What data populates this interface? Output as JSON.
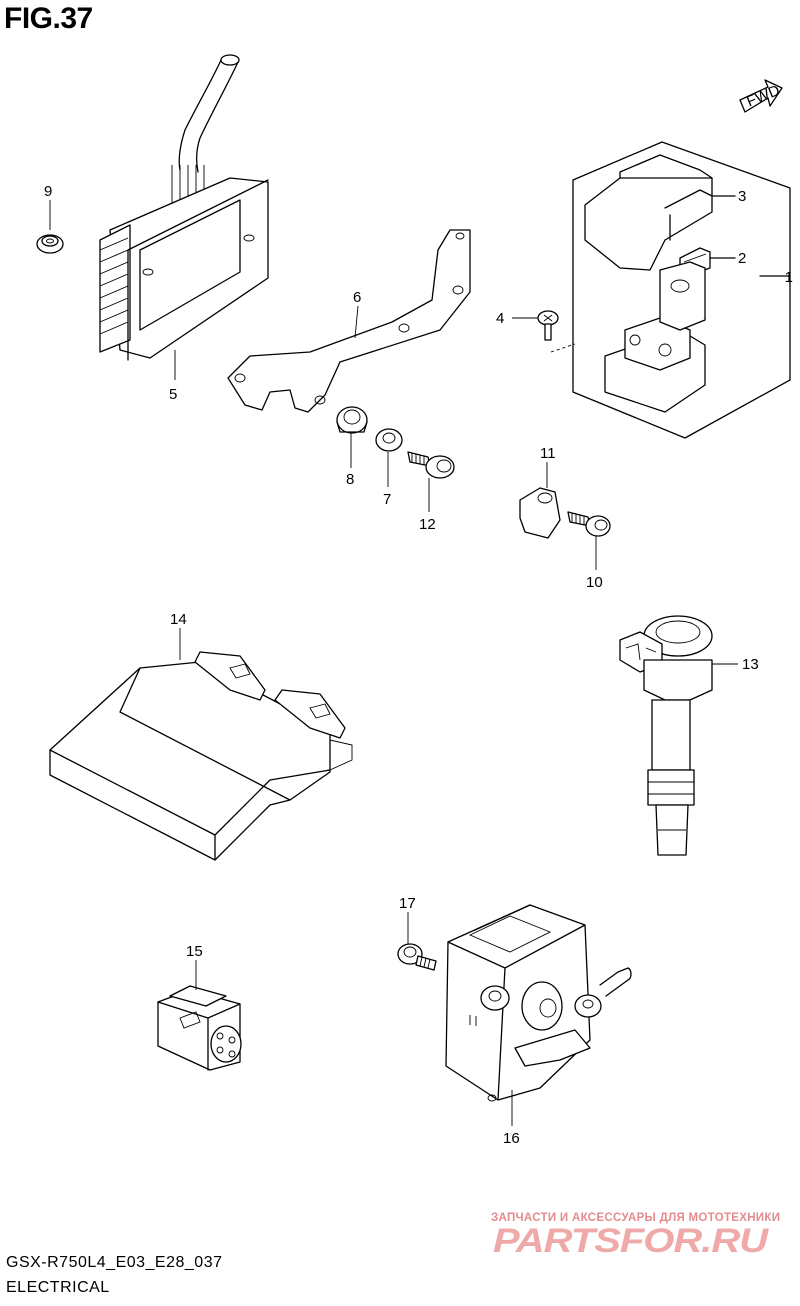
{
  "figure": {
    "title": "FIG.37",
    "fwd_label": "FWD"
  },
  "callouts": {
    "c1": "1",
    "c2": "2",
    "c3": "3",
    "c4": "4",
    "c5": "5",
    "c6": "6",
    "c7": "7",
    "c8": "8",
    "c9": "9",
    "c10": "10",
    "c11": "11",
    "c12": "12",
    "c13": "13",
    "c14": "14",
    "c15": "15",
    "c16": "16",
    "c17": "17"
  },
  "footer": {
    "model_code": "GSX-R750L4_E03_E28_037",
    "section_name": "ELECTRICAL"
  },
  "watermark": {
    "caption": "ЗАПЧАСТИ И АКСЕССУАРЫ ДЛЯ МОТОТЕХНИКИ",
    "logo_text": "PARTSFOR.RU",
    "color": "#f0a9a9"
  }
}
